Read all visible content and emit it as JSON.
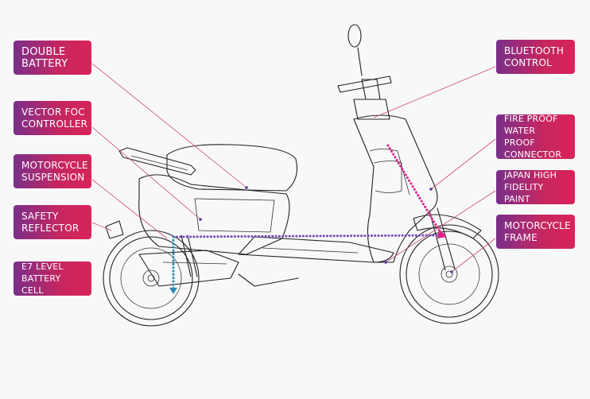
{
  "labels": {
    "double_battery": "DOUBLE\nBATTERY",
    "vector_foc": "VECTOR FOC\nCONTROLLER",
    "motorcycle_suspension": "MOTORCYCLE\nSUSPENSION",
    "safety_reflector": "SAFETY\nREFLECTOR",
    "e7_level": "E7 LEVEL\nBATTERY CELL",
    "bluetooth": "BLUETOOTH\nCONTROL",
    "fire_proof": "FIRE PROOF\nWATER PROOF\nCONNECTOR",
    "japan_paint": "JAPAN HIGH\nFIDELITY PAINT",
    "motorcycle_frame": "MOTORCYCLE\nFRAME"
  },
  "colors": {
    "label_start": "#7a2f8a",
    "label_end": "#d8245a",
    "leader": "#c94b7b",
    "wire_blue": "#2a8ab8",
    "wire_pink": "#e0208a",
    "wire_purple": "#8a3aa8",
    "point": "#5a3a9a"
  }
}
